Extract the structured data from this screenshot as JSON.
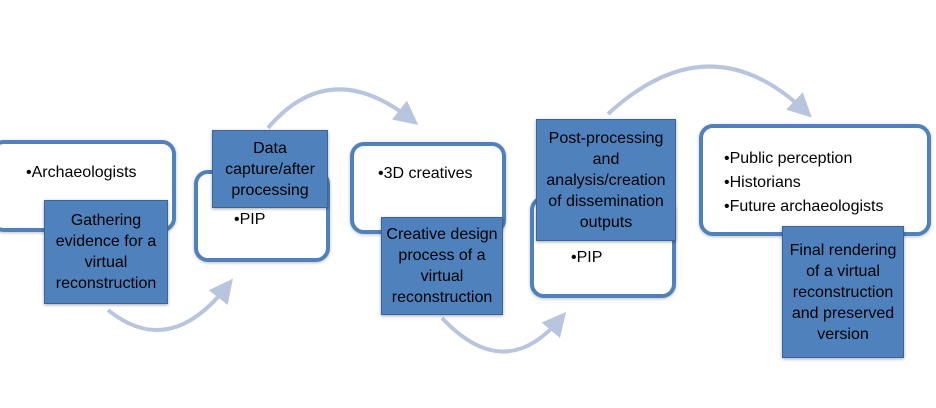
{
  "stages": [
    {
      "id": "stage1",
      "bullets": [
        "Archaeologists"
      ],
      "label": "Gathering evidence for a virtual reconstruction"
    },
    {
      "id": "stage2",
      "bullets": [
        "PIP"
      ],
      "label": "Data capture/after processing"
    },
    {
      "id": "stage3",
      "bullets": [
        "3D creatives"
      ],
      "label": "Creative design process of a virtual reconstruction"
    },
    {
      "id": "stage4",
      "bullets": [
        "PIP"
      ],
      "label": "Post-processing and analysis/creation of dissemination outputs"
    },
    {
      "id": "stage5",
      "bullets": [
        "Public perception",
        "Historians",
        "Future archaeologists"
      ],
      "label": "Final rendering of a virtual reconstruction and preserved version"
    }
  ],
  "colors": {
    "box_fill": "#4f81bd",
    "outline": "#4f81bd",
    "arrow": "#b7c6de"
  },
  "icons": {
    "arrow": "curved-arrow-icon"
  }
}
